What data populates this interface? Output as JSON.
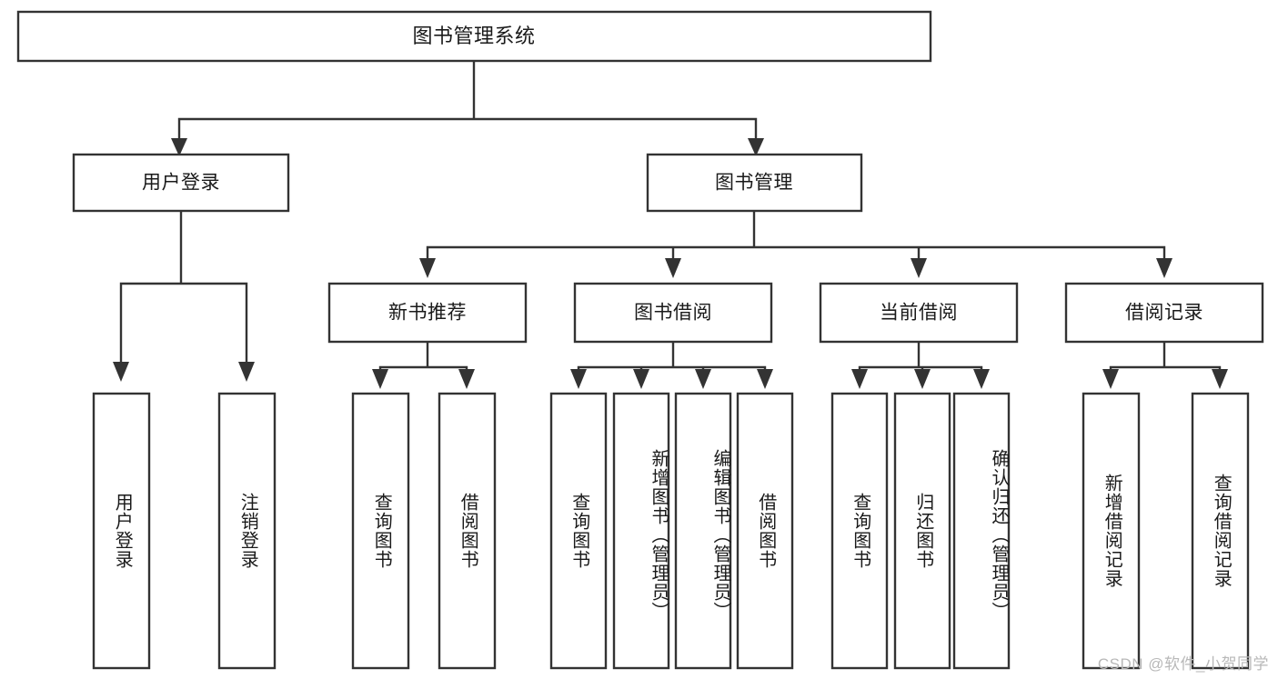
{
  "diagram": {
    "type": "tree",
    "title": "图书管理系统",
    "watermark": "CSDN @软件_小贺同学",
    "colors": {
      "stroke": "#333333",
      "fill": "#ffffff",
      "text": "#1a1a1a",
      "watermark": "#b8b8b8",
      "background": "#ffffff"
    },
    "root": {
      "label": "图书管理系统",
      "level": 1
    },
    "level2": [
      {
        "label": "用户登录"
      },
      {
        "label": "图书管理"
      }
    ],
    "level3": [
      {
        "label": "新书推荐"
      },
      {
        "label": "图书借阅"
      },
      {
        "label": "当前借阅"
      },
      {
        "label": "借阅记录"
      }
    ],
    "leaves": {
      "user_login": [
        {
          "label": "用户登录"
        },
        {
          "label": "注销登录"
        }
      ],
      "new_book_recommend": [
        {
          "label": "查询图书"
        },
        {
          "label": "借阅图书"
        }
      ],
      "book_borrow": [
        {
          "label": "查询图书"
        },
        {
          "label": "新增图书（管理员）"
        },
        {
          "label": "编辑图书（管理员）"
        },
        {
          "label": "借阅图书"
        }
      ],
      "current_borrow": [
        {
          "label": "查询图书"
        },
        {
          "label": "归还图书"
        },
        {
          "label": "确认归还（管理员）"
        }
      ],
      "borrow_record": [
        {
          "label": "新增借阅记录"
        },
        {
          "label": "查询借阅记录"
        }
      ]
    }
  }
}
